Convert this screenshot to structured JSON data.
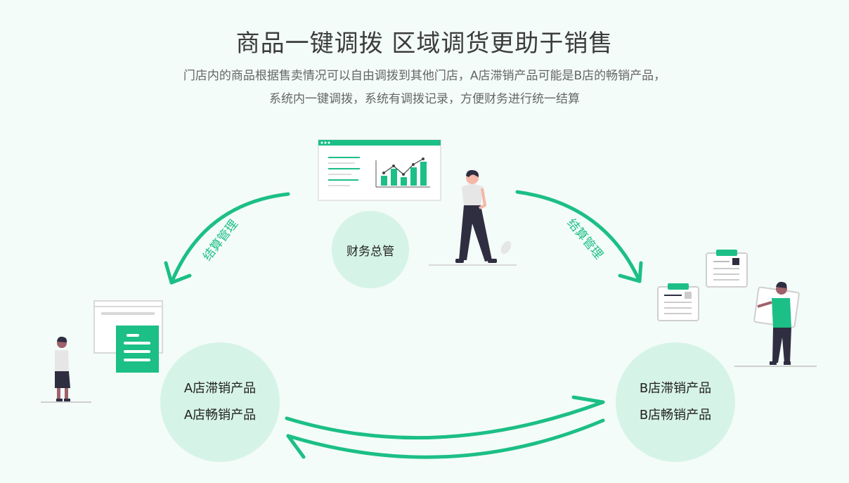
{
  "header": {
    "title": "商品一键调拨 区域调货更助于销售",
    "desc_line1": "门店内的商品根据售卖情况可以自由调拨到其他门店，A店滞销产品可能是B店的畅销产品，",
    "desc_line2": "系统内一键调拨，系统有调拨记录，方便财务进行统一结算"
  },
  "nodes": {
    "finance": {
      "label": "财务总管"
    },
    "store_a": {
      "line1": "A店滞销产品",
      "line2": "A店畅销产品"
    },
    "store_b": {
      "line1": "B店滞销产品",
      "line2": "B店畅销产品"
    }
  },
  "edges": {
    "left_label": "结算管理",
    "right_label": "结算管理"
  },
  "colors": {
    "accent": "#1cbf86",
    "circle_fill": "#d6f3e7",
    "background": "#f3fcf8"
  }
}
